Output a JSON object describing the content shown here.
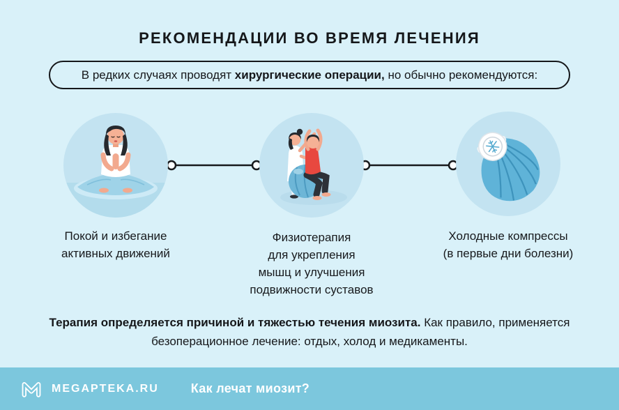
{
  "header": {
    "title": "РЕКОМЕНДАЦИИ ВО ВРЕМЯ ЛЕЧЕНИЯ"
  },
  "intro": {
    "prefix": "В редких случаях проводят ",
    "bold": "хирургические операции,",
    "suffix": " но обычно рекомендуются:"
  },
  "recommendations": [
    {
      "icon": "meditation-person-illustration",
      "label": "Покой и избегание\nактивных движений"
    },
    {
      "icon": "physiotherapy-illustration",
      "label": "Физиотерапия\nдля укрепления\nмышц и улучшения\nподвижности суставов"
    },
    {
      "icon": "cold-compress-illustration",
      "label": "Холодные компрессы\n(в первые дни болезни)"
    }
  ],
  "summary": {
    "bold": "Терапия определяется причиной и тяжестью течения миозита.",
    "regular": " Как правило, применяется безоперационное лечение: отдых, холод и медикаменты."
  },
  "footer": {
    "logo_icon": "megapteka-m-logo",
    "brand": "MEGAPTEKA.RU",
    "question": "Как лечат миозит?"
  },
  "colors": {
    "background": "#d9f1f9",
    "ink": "#15171a",
    "circle_fill": "#c3e3f1",
    "footer_bar": "#7cc7dd",
    "footer_text": "#ffffff",
    "ice_bag": "#5fb3d8",
    "accent_red": "#e8483f"
  }
}
